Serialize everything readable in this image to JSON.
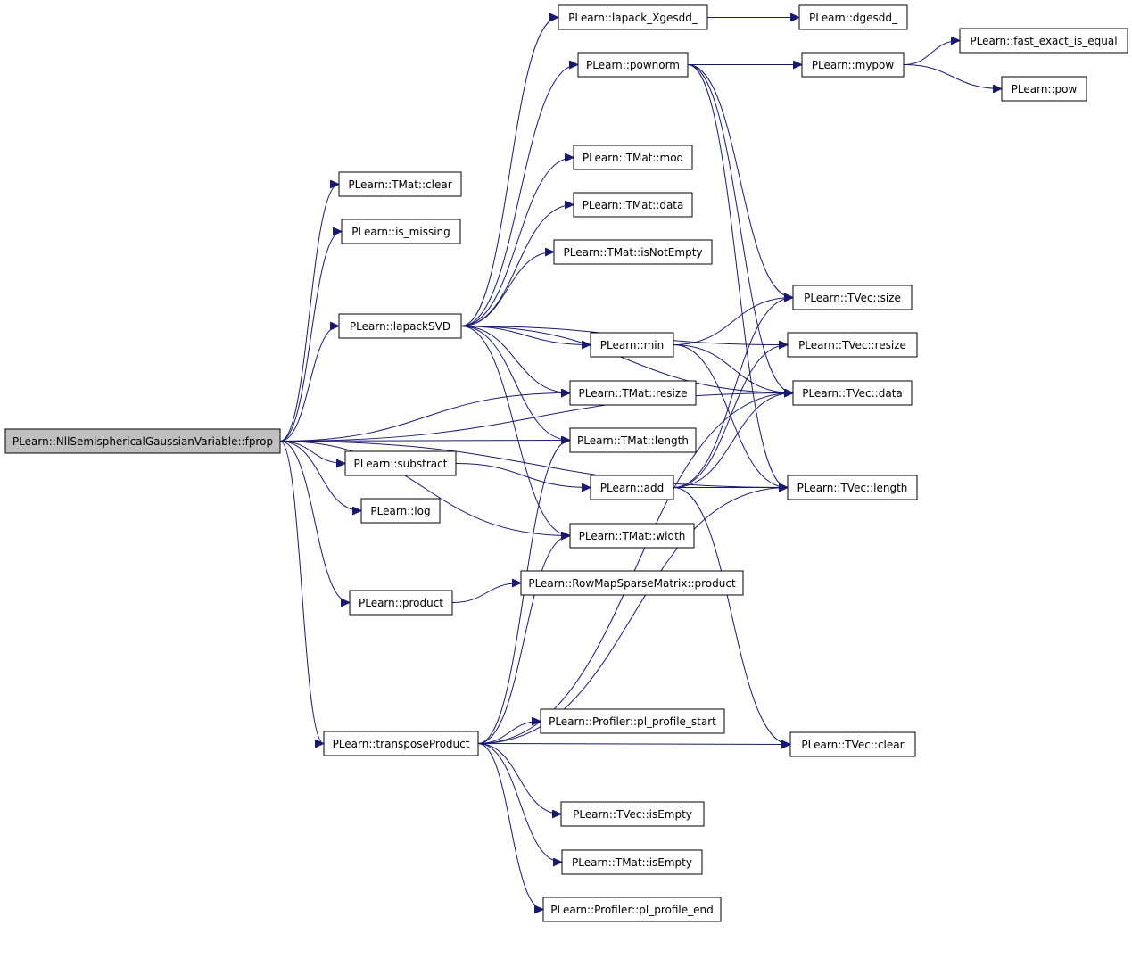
{
  "graph": {
    "type": "call-graph",
    "colors": {
      "edge": "#191970",
      "root_fill": "#bfbfbf",
      "node_fill": "#ffffff",
      "node_border": "#000000"
    },
    "nodes": [
      {
        "id": "fprop",
        "label": "PLearn::NllSemisphericalGaussianVariable::fprop",
        "root": true
      },
      {
        "id": "tmat_clear",
        "label": "PLearn::TMat::clear"
      },
      {
        "id": "is_missing",
        "label": "PLearn::is_missing"
      },
      {
        "id": "lapackSVD",
        "label": "PLearn::lapackSVD"
      },
      {
        "id": "substract",
        "label": "PLearn::substract"
      },
      {
        "id": "log",
        "label": "PLearn::log"
      },
      {
        "id": "product",
        "label": "PLearn::product"
      },
      {
        "id": "transposeProduct",
        "label": "PLearn::transposeProduct"
      },
      {
        "id": "lapack_Xgesdd",
        "label": "PLearn::lapack_Xgesdd_"
      },
      {
        "id": "pownorm",
        "label": "PLearn::pownorm"
      },
      {
        "id": "tmat_mod",
        "label": "PLearn::TMat::mod"
      },
      {
        "id": "tmat_data",
        "label": "PLearn::TMat::data"
      },
      {
        "id": "tmat_isNotEmpty",
        "label": "PLearn::TMat::isNotEmpty"
      },
      {
        "id": "min",
        "label": "PLearn::min"
      },
      {
        "id": "tmat_resize",
        "label": "PLearn::TMat::resize"
      },
      {
        "id": "tmat_length",
        "label": "PLearn::TMat::length"
      },
      {
        "id": "add",
        "label": "PLearn::add"
      },
      {
        "id": "tmat_width",
        "label": "PLearn::TMat::width"
      },
      {
        "id": "rowmap_product",
        "label": "PLearn::RowMapSparseMatrix::product"
      },
      {
        "id": "pl_profile_start",
        "label": "PLearn::Profiler::pl_profile_start"
      },
      {
        "id": "tvec_isEmpty",
        "label": "PLearn::TVec::isEmpty"
      },
      {
        "id": "tmat_isEmpty",
        "label": "PLearn::TMat::isEmpty"
      },
      {
        "id": "pl_profile_end",
        "label": "PLearn::Profiler::pl_profile_end"
      },
      {
        "id": "dgesdd",
        "label": "PLearn::dgesdd_"
      },
      {
        "id": "mypow",
        "label": "PLearn::mypow"
      },
      {
        "id": "fast_exact_is_equal",
        "label": "PLearn::fast_exact_is_equal"
      },
      {
        "id": "pow",
        "label": "PLearn::pow"
      },
      {
        "id": "tvec_size",
        "label": "PLearn::TVec::size"
      },
      {
        "id": "tvec_resize",
        "label": "PLearn::TVec::resize"
      },
      {
        "id": "tvec_data",
        "label": "PLearn::TVec::data"
      },
      {
        "id": "tvec_length",
        "label": "PLearn::TVec::length"
      },
      {
        "id": "tvec_clear",
        "label": "PLearn::TVec::clear"
      }
    ],
    "edges": [
      [
        "fprop",
        "tmat_clear"
      ],
      [
        "fprop",
        "is_missing"
      ],
      [
        "fprop",
        "lapackSVD"
      ],
      [
        "fprop",
        "tmat_resize"
      ],
      [
        "fprop",
        "tmat_length"
      ],
      [
        "fprop",
        "substract"
      ],
      [
        "fprop",
        "log"
      ],
      [
        "fprop",
        "tmat_width"
      ],
      [
        "fprop",
        "product"
      ],
      [
        "fprop",
        "tvec_length"
      ],
      [
        "fprop",
        "transposeProduct"
      ],
      [
        "fprop",
        "tvec_data"
      ],
      [
        "lapackSVD",
        "lapack_Xgesdd"
      ],
      [
        "lapackSVD",
        "pownorm"
      ],
      [
        "lapackSVD",
        "tmat_mod"
      ],
      [
        "lapackSVD",
        "tmat_data"
      ],
      [
        "lapackSVD",
        "tmat_isNotEmpty"
      ],
      [
        "lapackSVD",
        "min"
      ],
      [
        "lapackSVD",
        "tmat_resize"
      ],
      [
        "lapackSVD",
        "tmat_length"
      ],
      [
        "lapackSVD",
        "tmat_width"
      ],
      [
        "lapackSVD",
        "tvec_resize"
      ],
      [
        "lapackSVD",
        "tvec_data"
      ],
      [
        "lapack_Xgesdd",
        "dgesdd"
      ],
      [
        "pownorm",
        "mypow"
      ],
      [
        "pownorm",
        "tvec_size"
      ],
      [
        "pownorm",
        "tvec_data"
      ],
      [
        "pownorm",
        "tvec_length"
      ],
      [
        "mypow",
        "fast_exact_is_equal"
      ],
      [
        "mypow",
        "pow"
      ],
      [
        "min",
        "tvec_size"
      ],
      [
        "min",
        "tvec_data"
      ],
      [
        "min",
        "tvec_length"
      ],
      [
        "substract",
        "add"
      ],
      [
        "add",
        "tvec_size"
      ],
      [
        "add",
        "tvec_resize"
      ],
      [
        "add",
        "tvec_data"
      ],
      [
        "add",
        "tvec_length"
      ],
      [
        "add",
        "tvec_clear"
      ],
      [
        "product",
        "rowmap_product"
      ],
      [
        "transposeProduct",
        "tmat_length"
      ],
      [
        "transposeProduct",
        "tmat_width"
      ],
      [
        "transposeProduct",
        "tvec_data"
      ],
      [
        "transposeProduct",
        "tvec_length"
      ],
      [
        "transposeProduct",
        "pl_profile_start"
      ],
      [
        "transposeProduct",
        "tvec_isEmpty"
      ],
      [
        "transposeProduct",
        "tmat_isEmpty"
      ],
      [
        "transposeProduct",
        "pl_profile_end"
      ],
      [
        "transposeProduct",
        "tvec_clear"
      ]
    ]
  }
}
